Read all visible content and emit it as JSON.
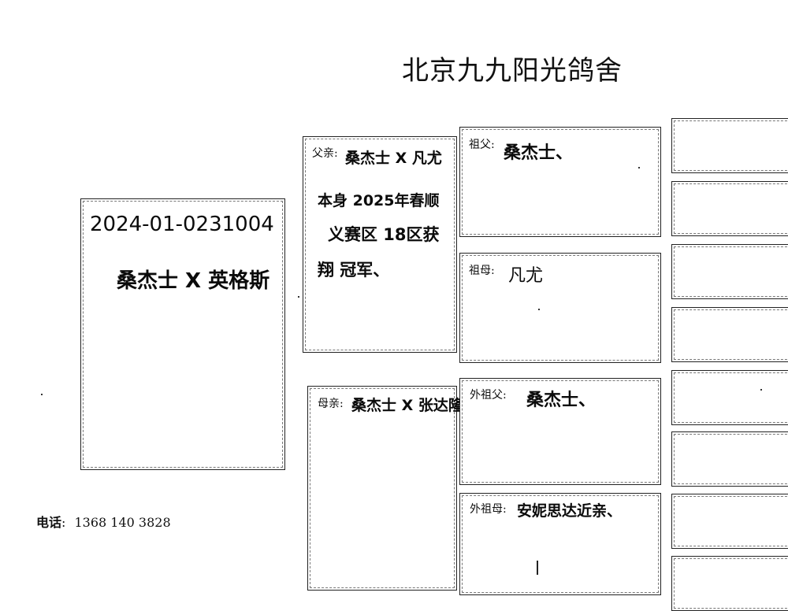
{
  "header": {
    "title": "北京九九阳光鸽舍"
  },
  "pigeon_card": {
    "ring_number": "2024-01-0231004",
    "bloodline": "桑杰士 X 英格斯"
  },
  "father": {
    "label": "父亲:",
    "line1": "桑杰士 X 凡尤",
    "line2": "本身 2025年春顺",
    "line3": "义赛区 18区获",
    "line4": "翔 冠军、"
  },
  "grandfather": {
    "label": "祖父:",
    "value": "桑杰士、"
  },
  "grandmother": {
    "label": "祖母:",
    "value": "凡尤"
  },
  "mother": {
    "label": "母亲:",
    "value": "桑杰士 X 张达隆"
  },
  "maternal_grandfather": {
    "label": "外祖父:",
    "value": "桑杰士、"
  },
  "maternal_grandmother": {
    "label": "外祖母:",
    "value": "安妮思达近亲、"
  },
  "contact": {
    "label": "电话",
    "colon": ":",
    "number": "1368 140 3828"
  }
}
